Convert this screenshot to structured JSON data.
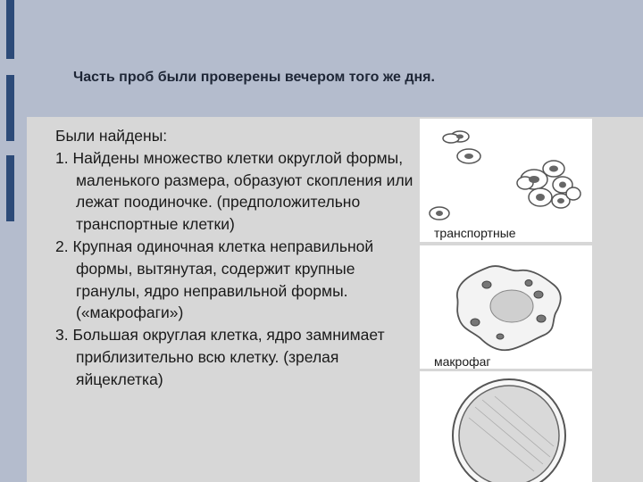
{
  "slide": {
    "title": "Часть проб были проверены вечером того же дня.",
    "body": {
      "intro": "Были найдены:",
      "items": [
        "1. Найдены множество клетки округлой формы, маленького размера, образуют скопления или лежат поодиночке. (предположительно транспортные клетки)",
        "2. Крупная одиночная клетка неправильной формы, вытянутая, содержит крупные гранулы, ядро неправильной формы. («макрофаги»)",
        "3. Большая округлая клетка, ядро замнимает приблизительно всю клетку. (зрелая яйцеклетка)"
      ]
    },
    "images": [
      {
        "caption": "транспортные",
        "icon": "round-cells-drawing"
      },
      {
        "caption": "макрофаг",
        "icon": "macrophage-drawing"
      },
      {
        "caption": "",
        "icon": "egg-cell-drawing"
      }
    ]
  },
  "colors": {
    "background": "#b4bccd",
    "accent": "#2c4a78",
    "panel": "#d7d7d7"
  }
}
